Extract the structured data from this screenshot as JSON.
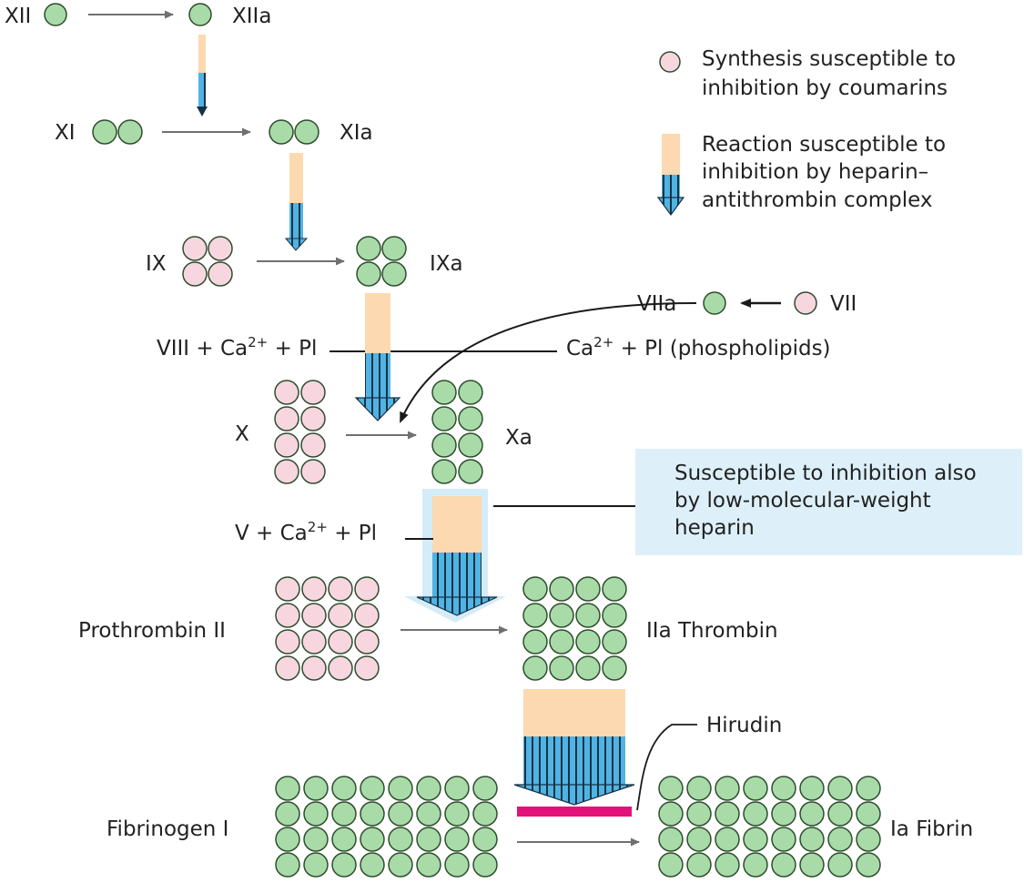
{
  "colors": {
    "active_factor": "#a8dba8",
    "circle_stroke": "#2e4d2e",
    "coumarin_factor": "#f8d6e0",
    "heparin_band": "#fcd9b0",
    "arrow_blue": "#4fb4e3",
    "arrow_stripe": "#173246",
    "lmw_box": "#ddf0f9",
    "hirudin_bar": "#e2127a",
    "conversion_arrow": "#707070"
  },
  "legend": {
    "coumarins_line1": "Synthesis susceptible to",
    "coumarins_line2": "inhibition by coumarins",
    "heparin_line1": "Reaction susceptible to",
    "heparin_line2": "inhibition by heparin–",
    "heparin_line3": "antithrombin complex"
  },
  "factors": {
    "xii": "XII",
    "xiia": "XIIa",
    "xi": "XI",
    "xia": "XIa",
    "ix": "IX",
    "ixa": "IXa",
    "x": "X",
    "xa": "Xa",
    "viia": "VIIa",
    "vii": "VII",
    "prothrombin": "Prothrombin II",
    "thrombin": "IIa Thrombin",
    "fibrinogen": "Fibrinogen I",
    "fibrin": "Ia Fibrin"
  },
  "cofactors": {
    "viii_prefix": "VIII + Ca",
    "viii_sup": "2+",
    "viii_suffix": " + Pl",
    "ca_prefix": "Ca",
    "ca_sup": "2+",
    "ca_suffix": " + Pl (phospholipids)",
    "v_prefix": "V + Ca",
    "v_sup": "2+",
    "v_suffix": " + Pl"
  },
  "lmw_heparin": {
    "line1": "Susceptible to inhibition also",
    "line2": "by low-molecular-weight",
    "line3": "heparin"
  },
  "hirudin": "Hirudin"
}
